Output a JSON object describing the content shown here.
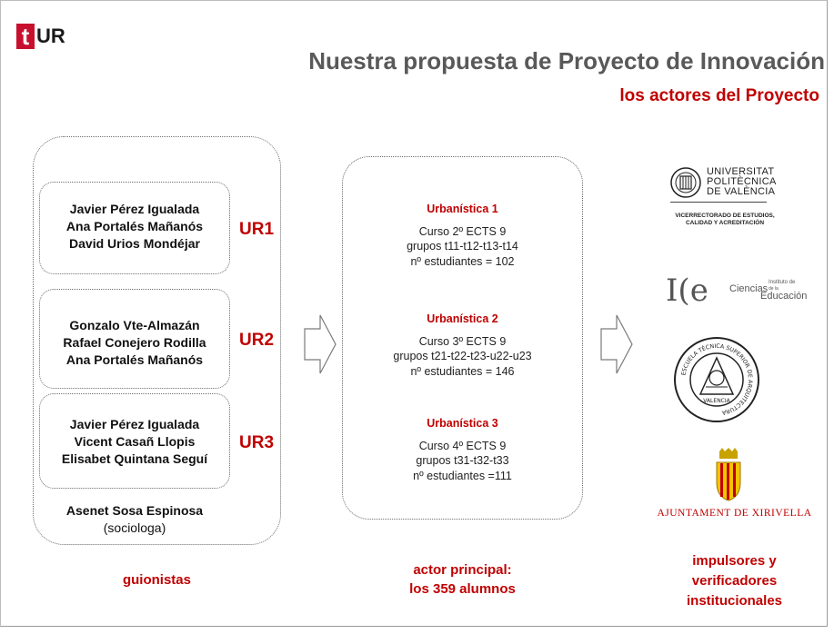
{
  "logo": {
    "letter": "t",
    "rest": "UR"
  },
  "header": {
    "title": "Nuestra propuesta de Proyecto de Innovación",
    "subtitle": "los actores del Proyecto"
  },
  "groups": [
    {
      "label": "UR1",
      "members": [
        "Javier Pérez Igualada",
        "Ana Portalés Mañanós",
        "David Urios Mondéjar"
      ]
    },
    {
      "label": "UR2",
      "members": [
        "Gonzalo Vte-Almazán",
        "Rafael Conejero Rodilla",
        "Ana Portalés Mañanós"
      ]
    },
    {
      "label": "UR3",
      "members": [
        "Javier Pérez Igualada",
        "Vicent Casañ Llopis",
        "Elisabet Quintana Seguí"
      ]
    }
  ],
  "sociologist": {
    "name": "Asenet Sosa Espinosa",
    "role": "(sociologa)"
  },
  "guionistas_label": "guionistas",
  "courses": [
    {
      "title": "Urbanística 1",
      "lines": [
        "Curso 2º ECTS 9",
        "grupos t11-t12-t13-t14",
        "nº estudiantes = 102"
      ]
    },
    {
      "title": "Urbanística 2",
      "lines": [
        "Curso 3º ECTS 9",
        "grupos t21-t22-t23-u22-u23",
        "nº estudiantes  = 146"
      ]
    },
    {
      "title": "Urbanística 3",
      "lines": [
        "Curso 4º ECTS 9",
        "grupos t31-t32-t33",
        "nº estudiantes =111"
      ]
    }
  ],
  "actor_principal": [
    "actor principal:",
    "los 359 alumnos"
  ],
  "institutions": {
    "upv": {
      "line1": "UNIVERSITAT",
      "line2": "POLITÈCNICA",
      "line3": "DE VALÈNCIA",
      "sub1": "VICERRECTORADO DE ESTUDIOS,",
      "sub2": "CALIDAD Y ACREDITACIÓN"
    },
    "ice": {
      "mark": "I(e",
      "word": "Ciencias",
      "small1": "Instituto de",
      "small2": "de la",
      "word2": "Educación"
    },
    "etsa": {
      "ring": "ESCUELA TÉCNICA SUPERIOR DE ARQUITECTURA",
      "city": "VALENCIA"
    },
    "ayto": {
      "name": "AJUNTAMENT DE XIRIVELLA"
    }
  },
  "impulsores": [
    "impulsores y",
    "verificadores",
    "institucionales"
  ],
  "colors": {
    "accent": "#c00000",
    "brand": "#c8102e",
    "title_gray": "#595959"
  }
}
